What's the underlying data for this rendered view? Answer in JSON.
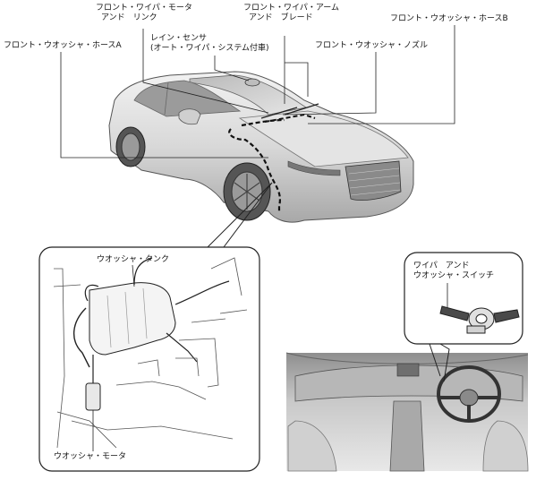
{
  "diagram": {
    "labels": {
      "front_wiper_motor_link": [
        "フロント・ワイパ・モータ",
        "アンド　リンク"
      ],
      "front_wiper_arm_blade": [
        "フロント・ワイパ・アーム",
        "アンド　ブレード"
      ],
      "front_washer_hose_b": "フロント・ウオッシャ・ホースB",
      "front_washer_hose_a": "フロント・ウオッシャ・ホースA",
      "rain_sensor": [
        "レイン・センサ",
        "(オート・ワイパ・システム付車)"
      ],
      "front_washer_nozzle": "フロント・ウオッシャ・ノズル",
      "washer_tank": "ウオッシャ・タンク",
      "washer_motor": "ウオッシャ・モータ",
      "wiper_washer_switch": [
        "ワイパ　アンド",
        "ウオッシャ・スイッチ"
      ]
    },
    "colors": {
      "line": "#222222",
      "car_body": "#dedede",
      "car_shadow": "#a9a9a9",
      "interior": "#c9c9c9",
      "hose_dash": "#111111"
    }
  }
}
